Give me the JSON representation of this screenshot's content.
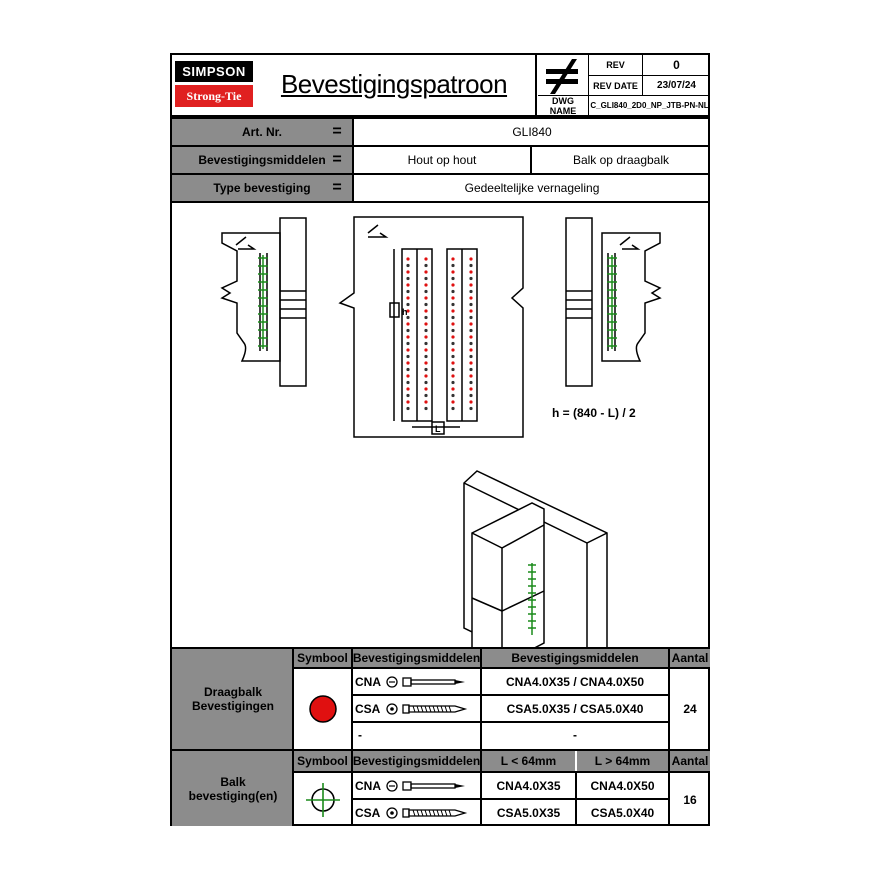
{
  "logo": {
    "line1": "SIMPSON",
    "line2": "Strong-Tie"
  },
  "title": "Bevestigingspatroon",
  "rev_block": {
    "rev_label": "REV",
    "rev_value": "0",
    "rev_date_label": "REV DATE",
    "rev_date_value": "23/07/24",
    "dwg_label": "DWG NAME",
    "dwg_value": "C_GLI840_2D0_NP_JTB-PN-NL"
  },
  "info": {
    "art_label": "Art. Nr.",
    "art_value": "GLI840",
    "means_label": "Bevestigingsmiddelen",
    "means_value_1": "Hout op hout",
    "means_value_2": "Balk op draagbalk",
    "type_label": "Type bevestiging",
    "type_value": "Gedeeltelijke vernageling",
    "eq": "="
  },
  "drawing": {
    "formula": "h = (840 - L) / 2",
    "dim_h": "h",
    "dim_l": "L"
  },
  "table1": {
    "group_label_1": "Draagbalk",
    "group_label_2": "Bevestigingen",
    "col_symbol": "Symbool",
    "col_means": "Bevestigingsmiddelen",
    "col_means2": "Bevestigingsmiddelen",
    "col_qty": "Aantal",
    "rows": [
      {
        "type": "CNA",
        "spec": "CNA4.0X35 / CNA4.0X50"
      },
      {
        "type": "CSA",
        "spec": "CSA5.0X35 / CSA5.0X40"
      },
      {
        "type": "-",
        "spec": "-"
      }
    ],
    "qty": "24",
    "symbol_color": "#e01010"
  },
  "table2": {
    "group_label_1": "Balk",
    "group_label_2": "bevestiging(en)",
    "col_symbol": "Symbool",
    "col_means": "Bevestigingsmiddelen",
    "col_short": "L < 64mm",
    "col_long": "L > 64mm",
    "col_qty": "Aantal",
    "rows": [
      {
        "type": "CNA",
        "short": "CNA4.0X35",
        "long": "CNA4.0X50"
      },
      {
        "type": "CSA",
        "short": "CSA5.0X35",
        "long": "CSA5.0X40"
      }
    ],
    "qty": "16",
    "symbol_color": "#1a8a1a"
  }
}
